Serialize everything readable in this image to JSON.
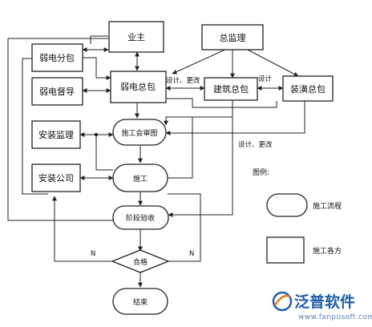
{
  "nodes": {
    "owner": "业主",
    "general_supervision": "总监理",
    "weak_sub": "弱电分包",
    "weak_supervisor": "弱电督导",
    "weak_general": "弱电总包",
    "building_general": "建筑总包",
    "decoration_general": "装潢总包",
    "install_supervision": "安装监理",
    "install_company": "安装公司",
    "drawing_review": "施工会审图",
    "construction": "施工",
    "stage_acceptance": "阶段验收",
    "qualified": "合格",
    "end": "结束"
  },
  "edge_labels": {
    "design_change_1": "设计、更改",
    "design": "设计",
    "design_change_2": "设计、更改",
    "no_left": "N",
    "no_right": "N"
  },
  "legend": {
    "title": "图例:",
    "flow": "施工流程",
    "party": "施工各方"
  },
  "watermark": {
    "brand": "泛普软件",
    "url": "www.fanpusoft.com"
  }
}
